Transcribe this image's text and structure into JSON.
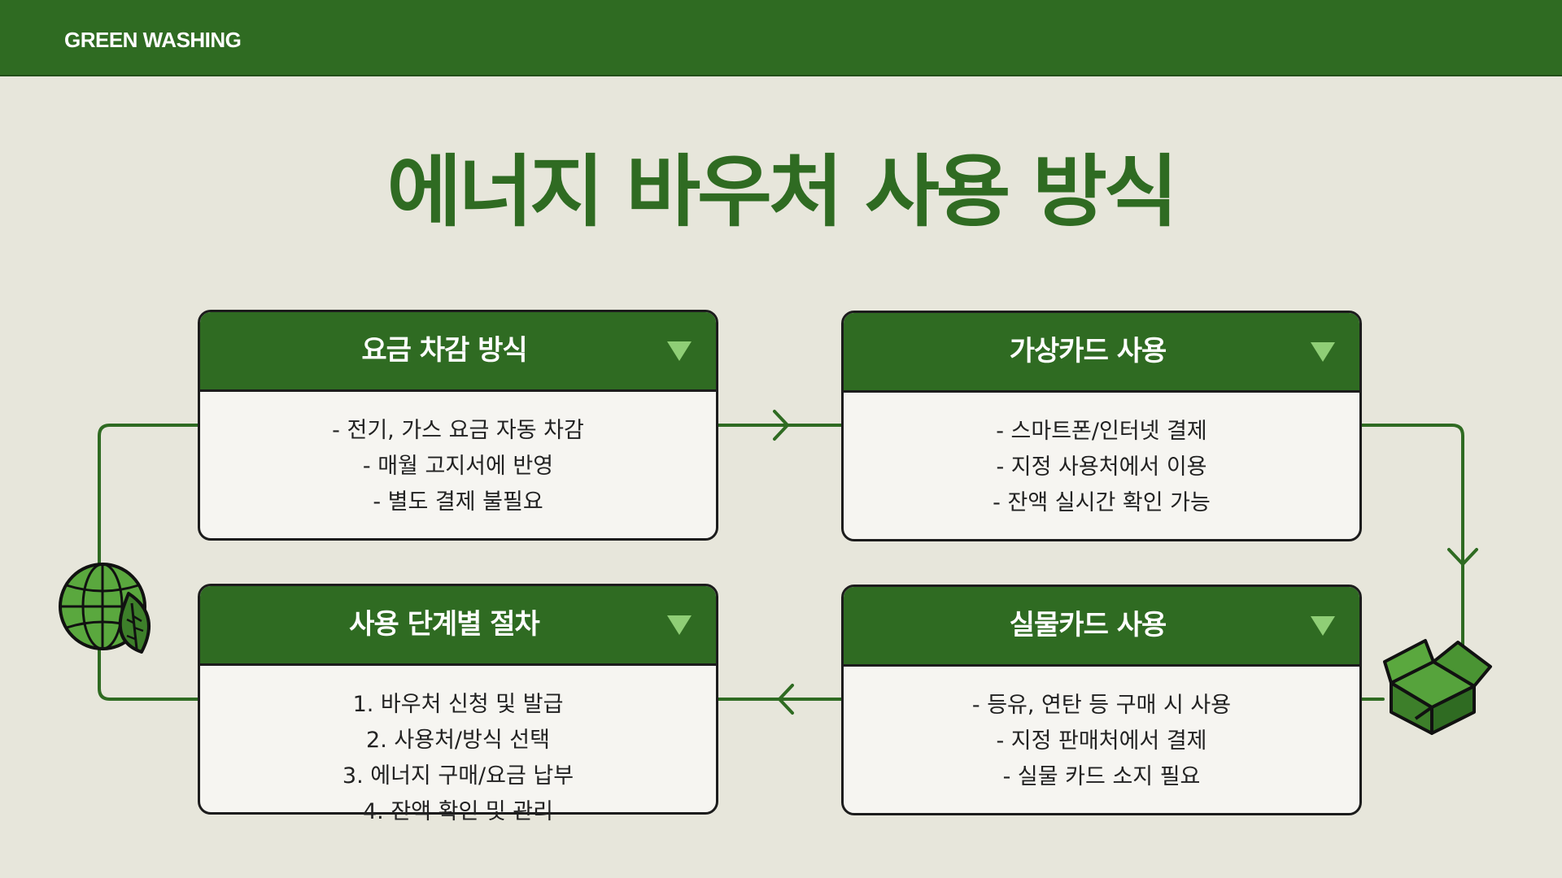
{
  "header": {
    "brand": "GREEN WASHING"
  },
  "title": "에너지 바우처 사용 방식",
  "colors": {
    "primary": "#2f6b22",
    "accent": "#8fce76",
    "background": "#e7e6db"
  },
  "cards": [
    {
      "title": "요금 차감 방식",
      "lines": [
        "- 전기, 가스 요금 자동 차감",
        "- 매월 고지서에 반영",
        "- 별도 결제 불필요"
      ]
    },
    {
      "title": "가상카드 사용",
      "lines": [
        "- 스마트폰/인터넷 결제",
        "- 지정 사용처에서 이용",
        "- 잔액 실시간 확인 가능"
      ]
    },
    {
      "title": "사용 단계별 절차",
      "lines": [
        "1. 바우처 신청 및 발급",
        "2. 사용처/방식 선택",
        "3. 에너지 구매/요금 납부",
        "4. 잔액 확인 및 관리"
      ]
    },
    {
      "title": "실물카드 사용",
      "lines": [
        "- 등유, 연탄 등 구매 시 사용",
        "- 지정 판매처에서 결제",
        "- 실물 카드 소지 필요"
      ]
    }
  ],
  "icons": {
    "globe": "globe-leaf-icon",
    "box": "open-box-icon",
    "dropdown": "triangle-down-icon"
  }
}
